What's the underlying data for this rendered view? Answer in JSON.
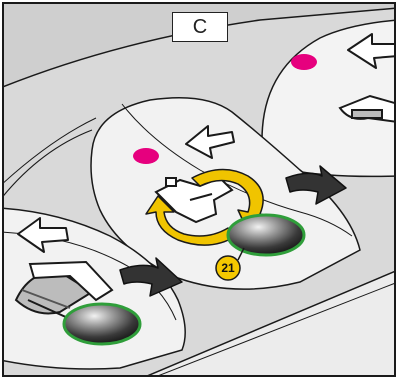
{
  "panel": {
    "label": "C"
  },
  "callouts": [
    {
      "number": "21",
      "target": "front-button"
    }
  ],
  "colors": {
    "outline": "#1a1a1a",
    "base": "#d8d8d8",
    "tray": "#e4e4e4",
    "well": "#f2f2f2",
    "button_rim": "#2f9e3a",
    "indicator_magenta": "#e6007e",
    "rotate_arrow": "#f0c400",
    "callout_fill": "#f5c800"
  },
  "icons": [
    "push-arrow-icon",
    "press-direction-arrow-icon",
    "rotate-arrow-icon",
    "latch-icon"
  ]
}
